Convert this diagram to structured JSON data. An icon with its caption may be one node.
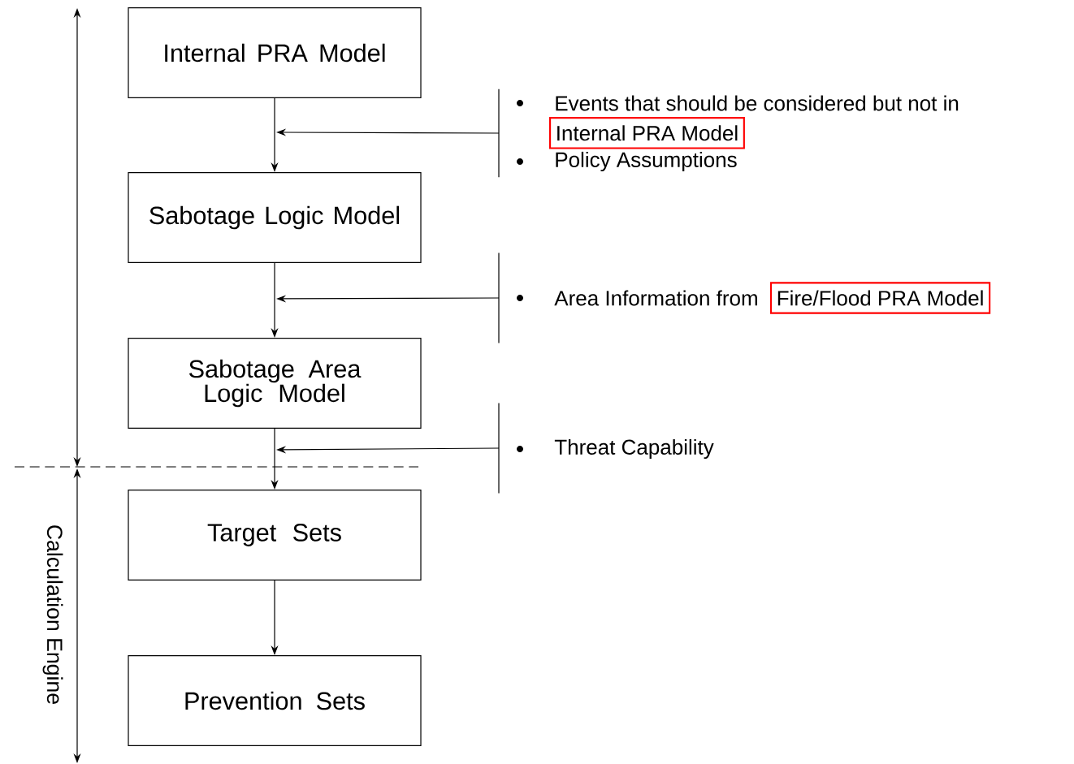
{
  "diagram": {
    "nodes": [
      {
        "text": [
          "Internal PRA Model"
        ]
      },
      {
        "text": [
          "Sabotage Logic Model"
        ]
      },
      {
        "text": [
          "Sabotage Area Logic Model"
        ]
      },
      {
        "text": [
          "Target Sets"
        ]
      },
      {
        "text": [
          "Prevention Sets"
        ]
      },
      {
        "text": [
          "Events that should be considered but not in",
          "Policy Assumptions"
        ]
      },
      {
        "text": [
          "Internal PRA Model"
        ],
        "in": 5
      },
      {
        "text": [
          "Area Information from"
        ]
      },
      {
        "text": [
          "Fire/Flood PRA Model"
        ]
      },
      {
        "text": [
          "Threat Capability"
        ]
      }
    ],
    "edges": [
      {
        "from": 0,
        "to": 1,
        "arrow": "to"
      },
      {
        "from": 1,
        "to": 2,
        "arrow": "to"
      },
      {
        "from": 2,
        "to": 3,
        "arrow": "to"
      },
      {
        "from": 3,
        "to": 4,
        "arrow": "to"
      },
      {
        "from": 5,
        "to": null,
        "arrow": "to"
      },
      {
        "from": 7,
        "to": null,
        "arrow": "to"
      },
      {
        "from": 9,
        "to": null,
        "arrow": "to"
      }
    ],
    "labels": [
      "Calculation Engine"
    ]
  }
}
